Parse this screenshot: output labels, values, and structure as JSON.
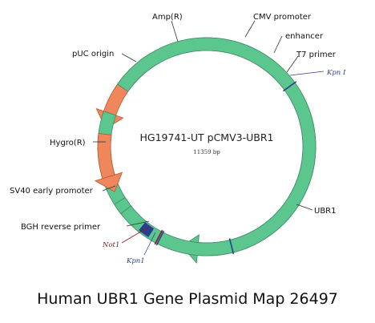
{
  "plasmid": {
    "name": "HG19741-UT pCMV3-UBR1",
    "size": "11359 bp",
    "caption": "Human UBR1 Gene Plasmid Map 26497"
  },
  "colors": {
    "backbone": "#f6f2c0",
    "backbone_edge": "#c9c38a",
    "green_feature": "#5cc68f",
    "orange_feature": "#f0875c",
    "feature_edge": "#3e8a62",
    "site_blue": "#2a3f8f",
    "site_red": "#8b1c1c"
  },
  "features": [
    {
      "id": "ubr1",
      "label": "UBR1",
      "color": "green",
      "arrow": true,
      "start": 59,
      "end": 194
    },
    {
      "id": "cmv-promoter",
      "label": "CMV promoter",
      "color": "green",
      "arrow": false,
      "start": 342,
      "end": 28
    },
    {
      "id": "enhancer",
      "label": "enhancer",
      "color": "orange",
      "arrow": false,
      "start": 28,
      "end": 46
    },
    {
      "id": "t7-primer",
      "label": "T7 primer",
      "color": "blue",
      "arrow": false,
      "start": 52,
      "end": 56
    },
    {
      "id": "amp-r",
      "label": "Amp(R)",
      "color": "orange",
      "arrow": true,
      "start": 329,
      "end": 280
    },
    {
      "id": "puc-origin",
      "label": "pUC origin",
      "color": "green",
      "arrow": false,
      "start": 305,
      "end": 289
    },
    {
      "id": "hygro-r",
      "label": "Hygro(R)",
      "color": "orange",
      "arrow": true,
      "start": 244,
      "end": 277
    },
    {
      "id": "sv40-early-promoter",
      "label": "SV40 early promoter",
      "color": "green",
      "arrow": false,
      "start": 238,
      "end": 232
    },
    {
      "id": "bgh-reverse-primer",
      "label": "BGH reverse primer",
      "color": "blue",
      "arrow": false,
      "start": 213,
      "end": 219
    }
  ],
  "sites": [
    {
      "id": "kpn1-top",
      "label": "Kpn I",
      "angle": 54,
      "color": "blue"
    },
    {
      "id": "not1",
      "label": "Not1",
      "angle": 208,
      "color": "red"
    },
    {
      "id": "kpn1-bottom",
      "label": "Kpn1",
      "angle": 207,
      "color": "blue"
    },
    {
      "id": "kpn1-inner",
      "label": "",
      "angle": 166,
      "color": "blue"
    }
  ]
}
